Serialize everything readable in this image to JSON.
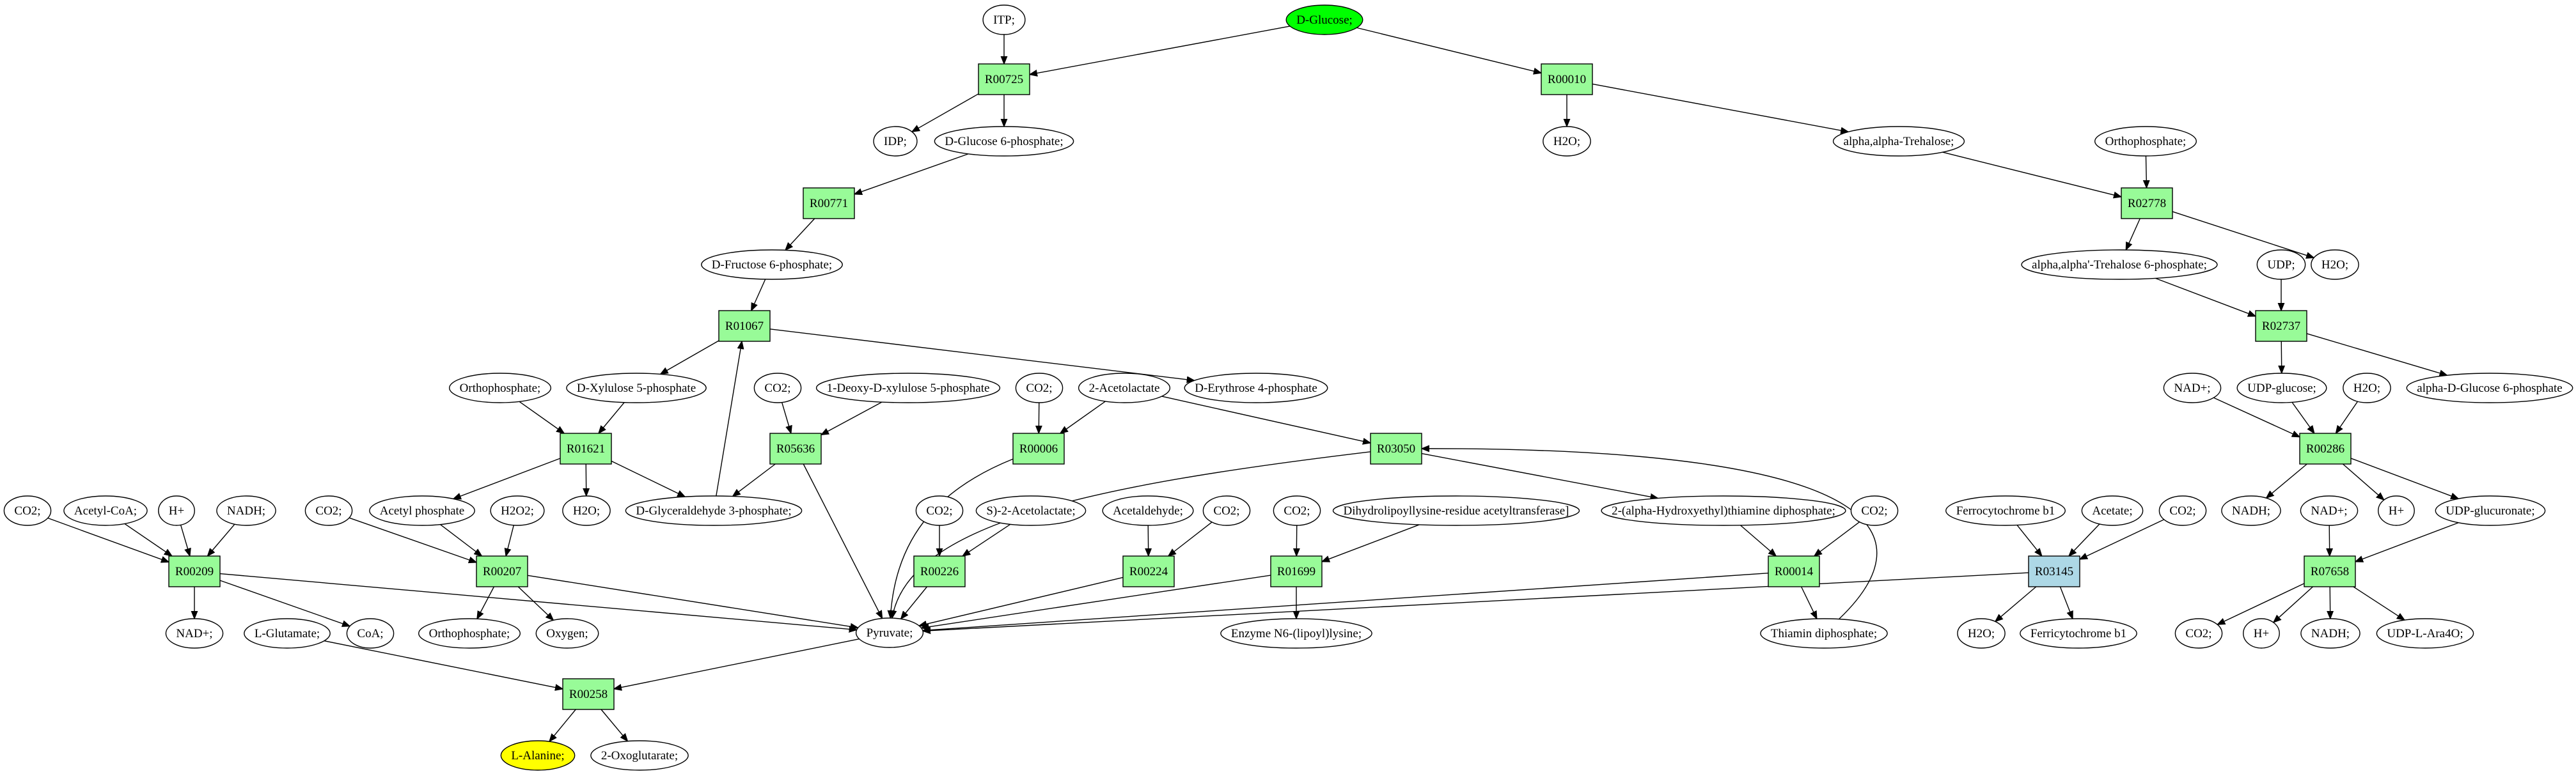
{
  "title": "Metabolic reaction network: D-Glucose to L-Alanine",
  "colors": {
    "reaction": "#98fb98",
    "reaction_highlight": "#add8e6",
    "source": "#00ff00",
    "target": "#ffff00",
    "compound": "#ffffff",
    "line": "#000000"
  },
  "nodes": [
    {
      "id": "itp",
      "label": "ITP;",
      "kind": "compound"
    },
    {
      "id": "dglucose",
      "label": "D-Glucose;",
      "kind": "source"
    },
    {
      "id": "R00725",
      "label": "R00725",
      "kind": "reaction"
    },
    {
      "id": "R00010",
      "label": "R00010",
      "kind": "reaction"
    },
    {
      "id": "idp",
      "label": "IDP;",
      "kind": "compound"
    },
    {
      "id": "g6p",
      "label": "D-Glucose 6-phosphate;",
      "kind": "compound"
    },
    {
      "id": "h2o_a",
      "label": "H2O;",
      "kind": "compound"
    },
    {
      "id": "trehalose",
      "label": "alpha,alpha-Trehalose;",
      "kind": "compound"
    },
    {
      "id": "orthop_a",
      "label": "Orthophosphate;",
      "kind": "compound"
    },
    {
      "id": "R00771",
      "label": "R00771",
      "kind": "reaction"
    },
    {
      "id": "R02778",
      "label": "R02778",
      "kind": "reaction"
    },
    {
      "id": "f6p",
      "label": "D-Fructose 6-phosphate;",
      "kind": "compound"
    },
    {
      "id": "t6p",
      "label": "alpha,alpha'-Trehalose 6-phosphate;",
      "kind": "compound"
    },
    {
      "id": "udp",
      "label": "UDP;",
      "kind": "compound"
    },
    {
      "id": "h2o_b",
      "label": "H2O;",
      "kind": "compound"
    },
    {
      "id": "R01067",
      "label": "R01067",
      "kind": "reaction"
    },
    {
      "id": "R02737",
      "label": "R02737",
      "kind": "reaction"
    },
    {
      "id": "orthop_b",
      "label": "Orthophosphate;",
      "kind": "compound"
    },
    {
      "id": "x5p",
      "label": "D-Xylulose 5-phosphate",
      "kind": "compound"
    },
    {
      "id": "co2_a",
      "label": "CO2;",
      "kind": "compound"
    },
    {
      "id": "dxp",
      "label": "1-Deoxy-D-xylulose 5-phosphate",
      "kind": "compound"
    },
    {
      "id": "co2_b",
      "label": "CO2;",
      "kind": "compound"
    },
    {
      "id": "acetolactate",
      "label": "2-Acetolactate",
      "kind": "compound"
    },
    {
      "id": "e4p",
      "label": "D-Erythrose 4-phosphate",
      "kind": "compound"
    },
    {
      "id": "nadp_a",
      "label": "NAD+;",
      "kind": "compound"
    },
    {
      "id": "udpglc",
      "label": "UDP-glucose;",
      "kind": "compound"
    },
    {
      "id": "h2o_c",
      "label": "H2O;",
      "kind": "compound"
    },
    {
      "id": "ag6p",
      "label": "alpha-D-Glucose 6-phosphate",
      "kind": "compound"
    },
    {
      "id": "R01621",
      "label": "R01621",
      "kind": "reaction"
    },
    {
      "id": "R05636",
      "label": "R05636",
      "kind": "reaction"
    },
    {
      "id": "R00006",
      "label": "R00006",
      "kind": "reaction"
    },
    {
      "id": "R03050",
      "label": "R03050",
      "kind": "reaction"
    },
    {
      "id": "R00286",
      "label": "R00286",
      "kind": "reaction"
    },
    {
      "id": "co2_c",
      "label": "CO2;",
      "kind": "compound"
    },
    {
      "id": "acetylcoa",
      "label": "Acetyl-CoA;",
      "kind": "compound"
    },
    {
      "id": "hplus_a",
      "label": "H+",
      "kind": "compound"
    },
    {
      "id": "nadh_a",
      "label": "NADH;",
      "kind": "compound"
    },
    {
      "id": "co2_d",
      "label": "CO2;",
      "kind": "compound"
    },
    {
      "id": "acetylp",
      "label": "Acetyl phosphate",
      "kind": "compound"
    },
    {
      "id": "h2o2",
      "label": "H2O2;",
      "kind": "compound"
    },
    {
      "id": "h2o_d",
      "label": "H2O;",
      "kind": "compound"
    },
    {
      "id": "gap",
      "label": "D-Glyceraldehyde 3-phosphate;",
      "kind": "compound"
    },
    {
      "id": "co2_e",
      "label": "CO2;",
      "kind": "compound"
    },
    {
      "id": "s_acetolactate",
      "label": "S)-2-Acetolactate;",
      "kind": "compound"
    },
    {
      "id": "acetaldehyde",
      "label": "Acetaldehyde;",
      "kind": "compound"
    },
    {
      "id": "co2_f",
      "label": "CO2;",
      "kind": "compound"
    },
    {
      "id": "co2_g",
      "label": "CO2;",
      "kind": "compound"
    },
    {
      "id": "dihydrolipoyl",
      "label": "Dihydrolipoyllysine-residue acetyltransferase]",
      "kind": "compound"
    },
    {
      "id": "hetpp",
      "label": "2-(alpha-Hydroxyethyl)thiamine diphosphate;",
      "kind": "compound"
    },
    {
      "id": "co2_h",
      "label": "CO2;",
      "kind": "compound"
    },
    {
      "id": "ferrocyt",
      "label": "Ferrocytochrome b1",
      "kind": "compound"
    },
    {
      "id": "acetate",
      "label": "Acetate;",
      "kind": "compound"
    },
    {
      "id": "co2_i",
      "label": "CO2;",
      "kind": "compound"
    },
    {
      "id": "nadh_b",
      "label": "NADH;",
      "kind": "compound"
    },
    {
      "id": "nadp_b",
      "label": "NAD+;",
      "kind": "compound"
    },
    {
      "id": "hplus_b",
      "label": "H+",
      "kind": "compound"
    },
    {
      "id": "udpglcA",
      "label": "UDP-glucuronate;",
      "kind": "compound"
    },
    {
      "id": "R00209",
      "label": "R00209",
      "kind": "reaction"
    },
    {
      "id": "R00207",
      "label": "R00207",
      "kind": "reaction"
    },
    {
      "id": "R00226",
      "label": "R00226",
      "kind": "reaction"
    },
    {
      "id": "R00224",
      "label": "R00224",
      "kind": "reaction"
    },
    {
      "id": "R01699",
      "label": "R01699",
      "kind": "reaction"
    },
    {
      "id": "R00014",
      "label": "R00014",
      "kind": "reaction"
    },
    {
      "id": "R03145",
      "label": "R03145",
      "kind": "reaction_highlight"
    },
    {
      "id": "R07658",
      "label": "R07658",
      "kind": "reaction"
    },
    {
      "id": "nadp_c",
      "label": "NAD+;",
      "kind": "compound"
    },
    {
      "id": "lglu",
      "label": "L-Glutamate;",
      "kind": "compound"
    },
    {
      "id": "coa",
      "label": "CoA;",
      "kind": "compound"
    },
    {
      "id": "orthop_c",
      "label": "Orthophosphate;",
      "kind": "compound"
    },
    {
      "id": "oxygen",
      "label": "Oxygen;",
      "kind": "compound"
    },
    {
      "id": "pyruvate",
      "label": "Pyruvate;",
      "kind": "compound"
    },
    {
      "id": "lipoyl",
      "label": "Enzyme N6-(lipoyl)lysine;",
      "kind": "compound"
    },
    {
      "id": "tpp",
      "label": "Thiamin diphosphate;",
      "kind": "compound"
    },
    {
      "id": "h2o_e",
      "label": "H2O;",
      "kind": "compound"
    },
    {
      "id": "ferricyt",
      "label": "Ferricytochrome b1",
      "kind": "compound"
    },
    {
      "id": "co2_j",
      "label": "CO2;",
      "kind": "compound"
    },
    {
      "id": "hplus_c",
      "label": "H+",
      "kind": "compound"
    },
    {
      "id": "nadh_c",
      "label": "NADH;",
      "kind": "compound"
    },
    {
      "id": "udpara",
      "label": "UDP-L-Ara4O;",
      "kind": "compound"
    },
    {
      "id": "R00258",
      "label": "R00258",
      "kind": "reaction"
    },
    {
      "id": "lala",
      "label": "L-Alanine;",
      "kind": "target"
    },
    {
      "id": "oxoglu",
      "label": "2-Oxoglutarate;",
      "kind": "compound"
    }
  ],
  "edges": [
    [
      "itp",
      "R00725"
    ],
    [
      "dglucose",
      "R00725"
    ],
    [
      "dglucose",
      "R00010"
    ],
    [
      "R00725",
      "idp"
    ],
    [
      "R00725",
      "g6p"
    ],
    [
      "R00010",
      "h2o_a"
    ],
    [
      "R00010",
      "trehalose"
    ],
    [
      "g6p",
      "R00771"
    ],
    [
      "R00771",
      "f6p"
    ],
    [
      "f6p",
      "R01067"
    ],
    [
      "trehalose",
      "R02778"
    ],
    [
      "orthop_a",
      "R02778"
    ],
    [
      "R02778",
      "t6p"
    ],
    [
      "R02778",
      "h2o_b"
    ],
    [
      "t6p",
      "R02737"
    ],
    [
      "udp",
      "R02737"
    ],
    [
      "R02737",
      "udpglc"
    ],
    [
      "R02737",
      "ag6p"
    ],
    [
      "R01067",
      "x5p"
    ],
    [
      "R01067",
      "e4p"
    ],
    [
      "gap",
      "R01067"
    ],
    [
      "orthop_b",
      "R01621"
    ],
    [
      "x5p",
      "R01621"
    ],
    [
      "R01621",
      "acetylp"
    ],
    [
      "R01621",
      "h2o_d"
    ],
    [
      "R01621",
      "gap"
    ],
    [
      "co2_a",
      "R05636"
    ],
    [
      "dxp",
      "R05636"
    ],
    [
      "R05636",
      "gap"
    ],
    [
      "R05636",
      "pyruvate"
    ],
    [
      "co2_b",
      "R00006"
    ],
    [
      "acetolactate",
      "R00006"
    ],
    [
      "R00006",
      "pyruvate"
    ],
    [
      "acetolactate",
      "R03050"
    ],
    [
      "R03050",
      "pyruvate"
    ],
    [
      "R03050",
      "hetpp"
    ],
    [
      "tpp",
      "R03050"
    ],
    [
      "nadp_a",
      "R00286"
    ],
    [
      "udpglc",
      "R00286"
    ],
    [
      "h2o_c",
      "R00286"
    ],
    [
      "R00286",
      "nadh_b"
    ],
    [
      "R00286",
      "hplus_b"
    ],
    [
      "R00286",
      "udpglcA"
    ],
    [
      "co2_c",
      "R00209"
    ],
    [
      "acetylcoa",
      "R00209"
    ],
    [
      "hplus_a",
      "R00209"
    ],
    [
      "nadh_a",
      "R00209"
    ],
    [
      "R00209",
      "nadp_c"
    ],
    [
      "R00209",
      "coa"
    ],
    [
      "R00209",
      "pyruvate"
    ],
    [
      "co2_d",
      "R00207"
    ],
    [
      "acetylp",
      "R00207"
    ],
    [
      "h2o2",
      "R00207"
    ],
    [
      "R00207",
      "orthop_c"
    ],
    [
      "R00207",
      "oxygen"
    ],
    [
      "R00207",
      "pyruvate"
    ],
    [
      "co2_e",
      "R00226"
    ],
    [
      "s_acetolactate",
      "R00226"
    ],
    [
      "R00226",
      "pyruvate"
    ],
    [
      "acetaldehyde",
      "R00224"
    ],
    [
      "co2_f",
      "R00224"
    ],
    [
      "R00224",
      "pyruvate"
    ],
    [
      "co2_g",
      "R01699"
    ],
    [
      "dihydrolipoyl",
      "R01699"
    ],
    [
      "R01699",
      "pyruvate"
    ],
    [
      "R01699",
      "lipoyl"
    ],
    [
      "hetpp",
      "R00014"
    ],
    [
      "co2_h",
      "R00014"
    ],
    [
      "R00014",
      "pyruvate"
    ],
    [
      "R00014",
      "tpp"
    ],
    [
      "ferrocyt",
      "R03145"
    ],
    [
      "acetate",
      "R03145"
    ],
    [
      "co2_i",
      "R03145"
    ],
    [
      "R03145",
      "pyruvate"
    ],
    [
      "R03145",
      "h2o_e"
    ],
    [
      "R03145",
      "ferricyt"
    ],
    [
      "nadp_b",
      "R07658"
    ],
    [
      "udpglcA",
      "R07658"
    ],
    [
      "R07658",
      "co2_j"
    ],
    [
      "R07658",
      "hplus_c"
    ],
    [
      "R07658",
      "nadh_c"
    ],
    [
      "R07658",
      "udpara"
    ],
    [
      "lglu",
      "R00258"
    ],
    [
      "pyruvate",
      "R00258"
    ],
    [
      "R00258",
      "lala"
    ],
    [
      "R00258",
      "oxoglu"
    ]
  ]
}
